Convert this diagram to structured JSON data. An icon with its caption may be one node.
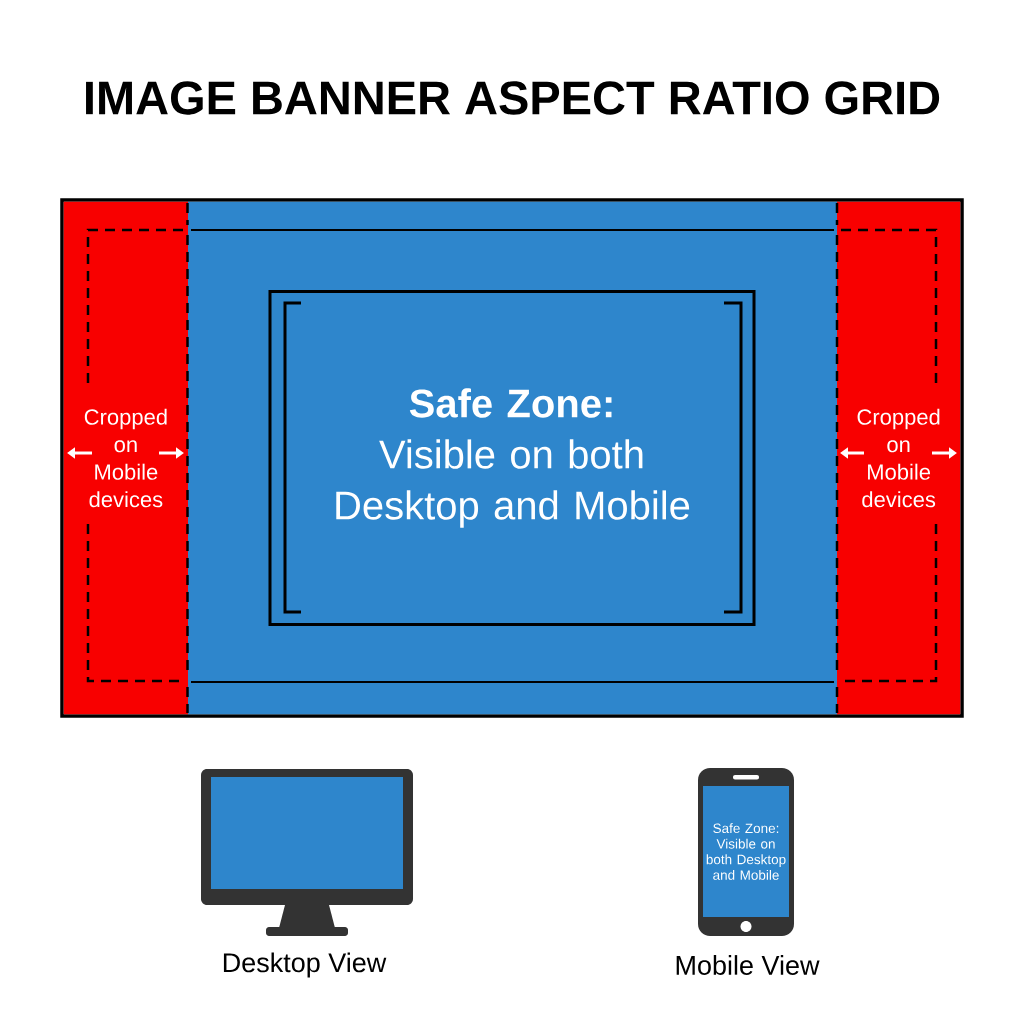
{
  "diagram": {
    "title": "IMAGE BANNER ASPECT RATIO GRID",
    "nodes": [
      {
        "text": [],
        "shape": "box"
      },
      {
        "text": [
          "Cropped on Mobile devices"
        ],
        "in": 0
      },
      {
        "text": [],
        "shape": "box",
        "in": 0
      },
      {
        "text": [
          "Safe Zone:",
          "Visible on both Desktop and Mobile"
        ],
        "in": 2
      },
      {
        "text": [
          "Cropped on Mobile devices"
        ],
        "in": 0
      },
      {
        "text": [],
        "shape": "box",
        "beside": [
          "Desktop View"
        ]
      },
      {
        "text": [
          "Safe Zone: Visible on both Desktop and Mobile"
        ],
        "beside": [
          "Mobile View"
        ]
      }
    ]
  }
}
